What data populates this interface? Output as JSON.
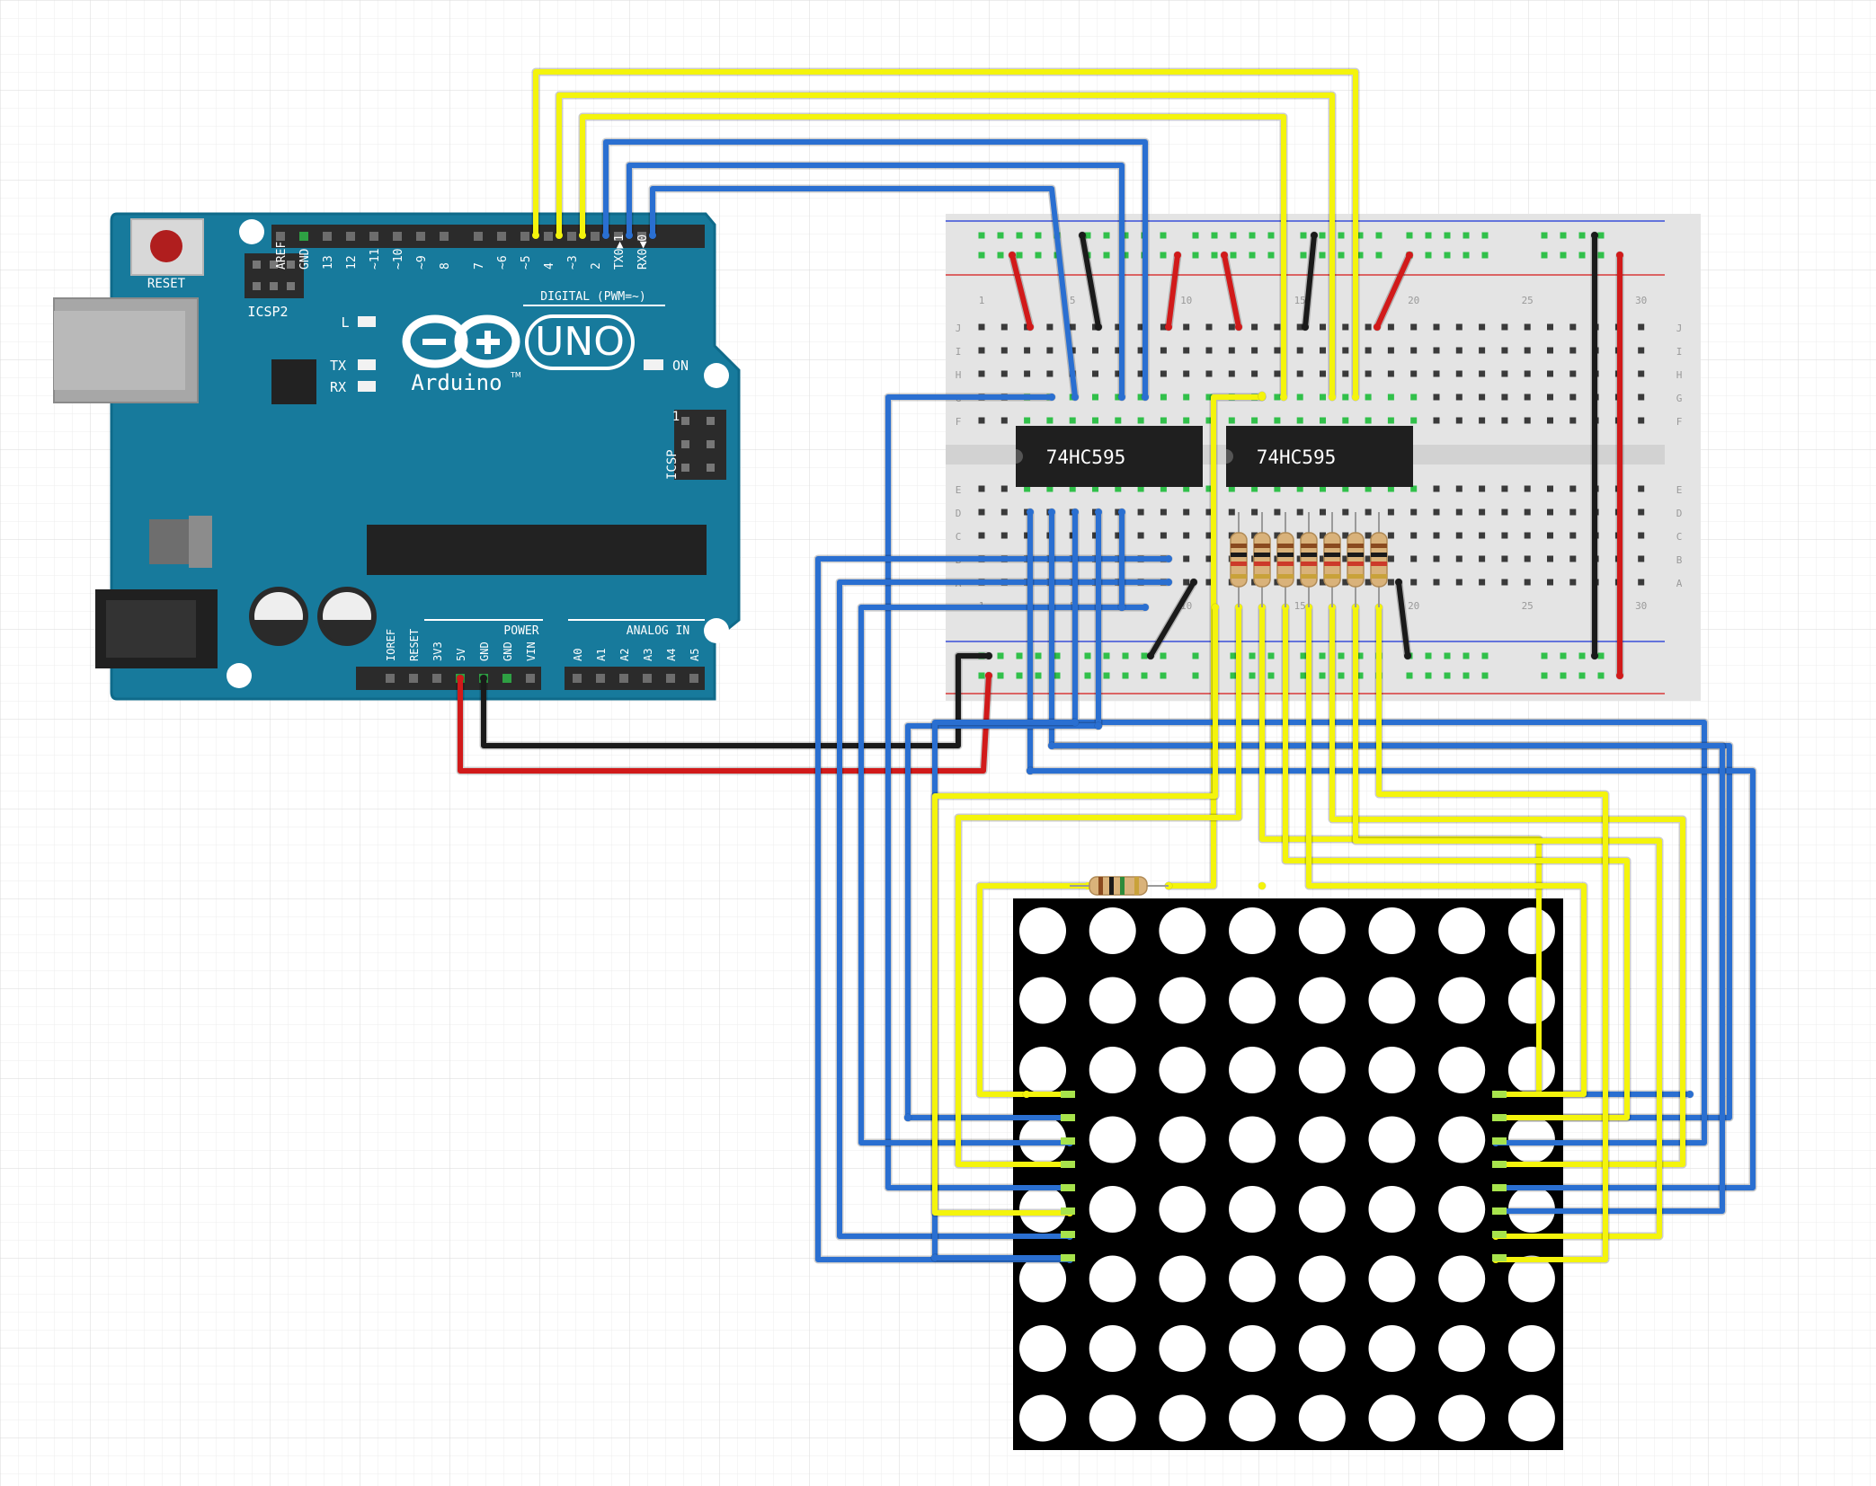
{
  "arduino": {
    "reset_label": "RESET",
    "icsp2_label": "ICSP2",
    "icsp_label": "ICSP",
    "icsp_pin1_label": "1",
    "brand": "Arduino",
    "trademark": "TM",
    "model": "UNO",
    "led_l_label": "L",
    "led_tx_label": "TX",
    "led_rx_label": "RX",
    "led_on_label": "ON",
    "digital_header_label": "DIGITAL (PWM=~)",
    "digital_pins": [
      "AREF",
      "GND",
      "13",
      "12",
      "~11",
      "~10",
      "~9",
      "8",
      "7",
      "~6",
      "~5",
      "4",
      "~3",
      "2",
      "TX0▶1",
      "RX0◀0"
    ],
    "power_header_label": "POWER",
    "analog_header_label": "ANALOG IN",
    "power_pins": [
      "IOREF",
      "RESET",
      "3V3",
      "5V",
      "GND",
      "GND",
      "VIN"
    ],
    "analog_pins": [
      "A0",
      "A1",
      "A2",
      "A3",
      "A4",
      "A5"
    ],
    "colors": {
      "board": "#177a9c",
      "board_edge": "#0f6a8a",
      "header": "#2b2b2b"
    }
  },
  "breadboard": {
    "row_letters_top": [
      "J",
      "I",
      "H",
      "G",
      "F"
    ],
    "row_letters_bottom": [
      "E",
      "D",
      "C",
      "B",
      "A"
    ],
    "column_numbers": [
      "1",
      "5",
      "10",
      "15",
      "20",
      "25",
      "30"
    ],
    "chips": [
      {
        "label": "74HC595"
      },
      {
        "label": "74HC595"
      }
    ],
    "colors": {
      "body": "#e6e6e6",
      "hole": "#3a3a3a",
      "hole_active": "#31c04a",
      "rail_red": "#d83a3a",
      "rail_blue": "#3a4fd8"
    }
  },
  "matrix": {
    "rows": 8,
    "cols": 8,
    "colors": {
      "body": "#000000",
      "dot": "#ffffff"
    }
  },
  "wire_colors": {
    "yellow": "#f4f40c",
    "blue": "#2a6fd1",
    "red": "#d11a1a",
    "black": "#1a1a1a"
  }
}
